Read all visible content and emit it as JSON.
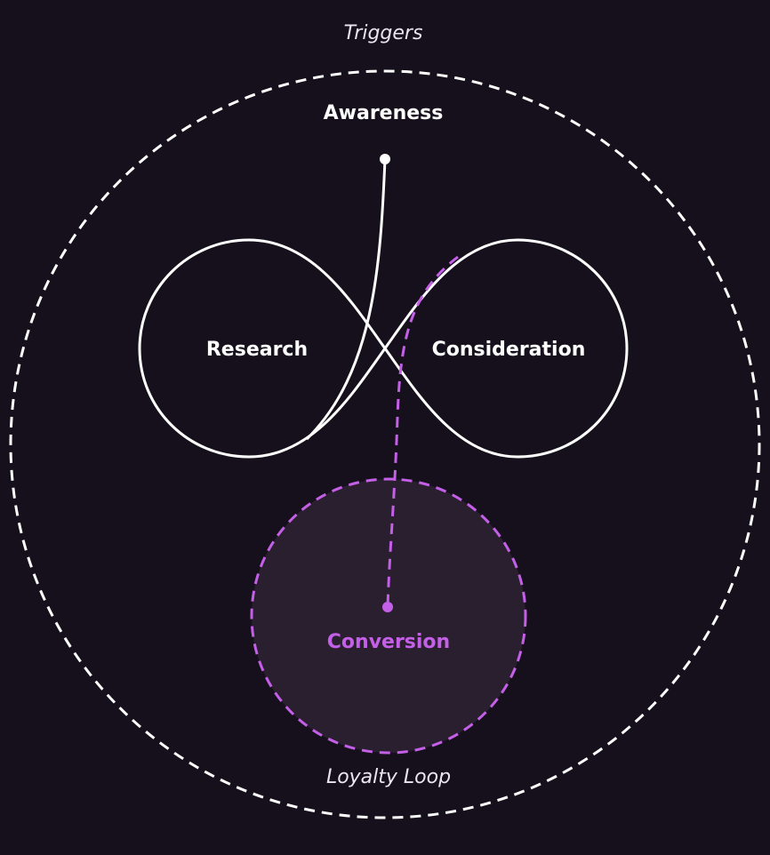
{
  "labels": {
    "triggers": "Triggers",
    "awareness": "Awareness",
    "research": "Research",
    "consideration": "Consideration",
    "conversion": "Conversion",
    "loyalty_loop": "Loyalty Loop"
  },
  "colors": {
    "background": "#16101c",
    "line": "#ffffff",
    "accent": "#c45fe8",
    "conversion_fill": "#2a1f2f"
  }
}
